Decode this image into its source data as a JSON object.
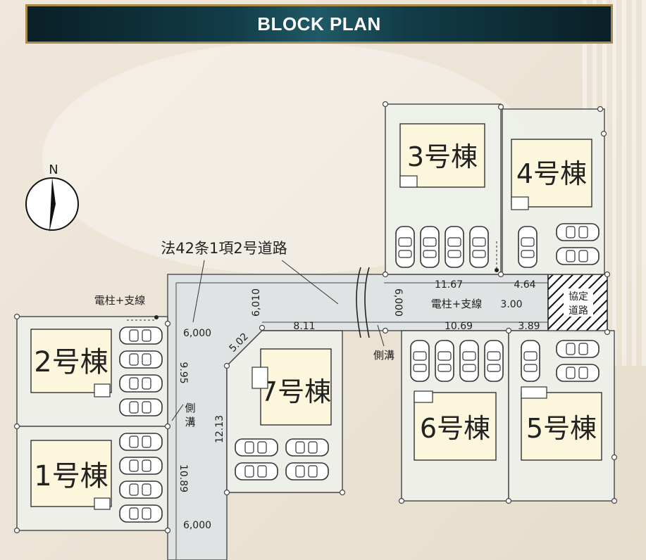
{
  "header": {
    "title": "BLOCK PLAN"
  },
  "compass": {
    "label": "N"
  },
  "road": {
    "label": "法42条1項2号道路",
    "pole_left": "電柱+支線",
    "pole_right": "電柱+支線",
    "ditch_vertical": [
      "側",
      "溝"
    ],
    "ditch_bottom": "側溝",
    "agreed_road": [
      "協定",
      "道路"
    ]
  },
  "dimensions": {
    "d6010": "6,010",
    "d6000_top": "6,000",
    "d6000_right": "6,000",
    "d6000_bottom": "6,000",
    "d8_11": "8.11",
    "d5_02": "5.02",
    "d9_95": "9.95",
    "d12_13": "12.13",
    "d10_89": "10.89",
    "d11_67": "11.67",
    "d4_64": "4.64",
    "d3_00": "3.00",
    "d10_69": "10.69",
    "d3_89": "3.89"
  },
  "lots": {
    "lot1": "1号棟",
    "lot2": "2号棟",
    "lot3": "3号棟",
    "lot4": "4号棟",
    "lot5": "5号棟",
    "lot6": "6号棟",
    "lot7": "7号棟"
  }
}
